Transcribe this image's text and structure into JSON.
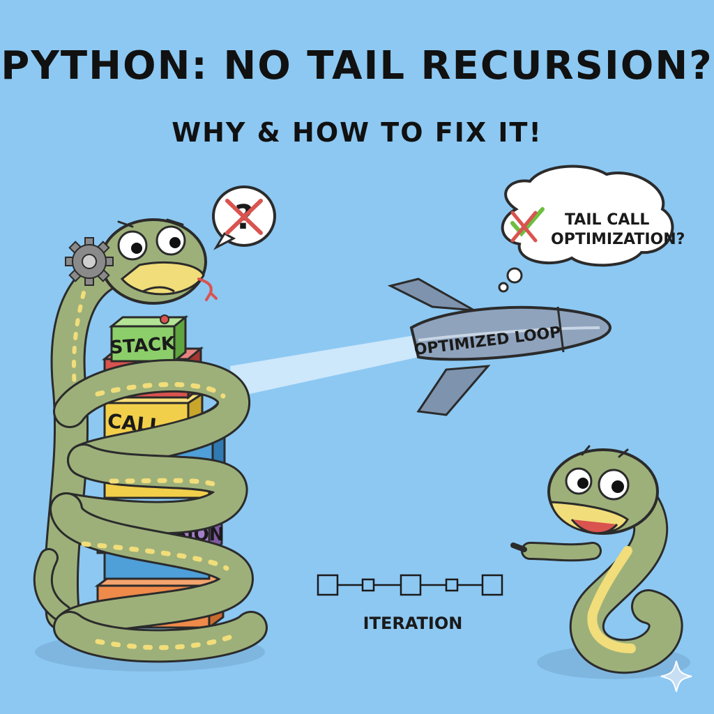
{
  "header": {
    "title": "PYTHON: NO TAIL RECURSION?",
    "subtitle": "WHY & HOW TO FIX IT!"
  },
  "stack": {
    "block_top": "STACK",
    "block_middle": "CALL",
    "block_lower": "RECURCISION"
  },
  "rocket": {
    "label": "OPTIMIZED LOOP"
  },
  "thought": {
    "line1": "TAIL CALL",
    "line2": "OPTIMIZATION?"
  },
  "speech": {
    "symbol": "?"
  },
  "iteration": {
    "label": "ITERATION"
  },
  "colors": {
    "background": "#8cc8f2",
    "snake_body": "#9db07a",
    "snake_belly": "#f1dd7a",
    "block_green": "#8ccf6a",
    "block_red": "#d9534f",
    "block_yellow": "#f2cf4a",
    "block_blue": "#4f9fd8",
    "block_purple": "#a57fc9",
    "block_orange": "#ee8a4a",
    "rocket": "#8fa3bd"
  },
  "icons": [
    "gear-icon",
    "cross-mark-icon",
    "check-mark-icon",
    "sparkle-icon"
  ]
}
